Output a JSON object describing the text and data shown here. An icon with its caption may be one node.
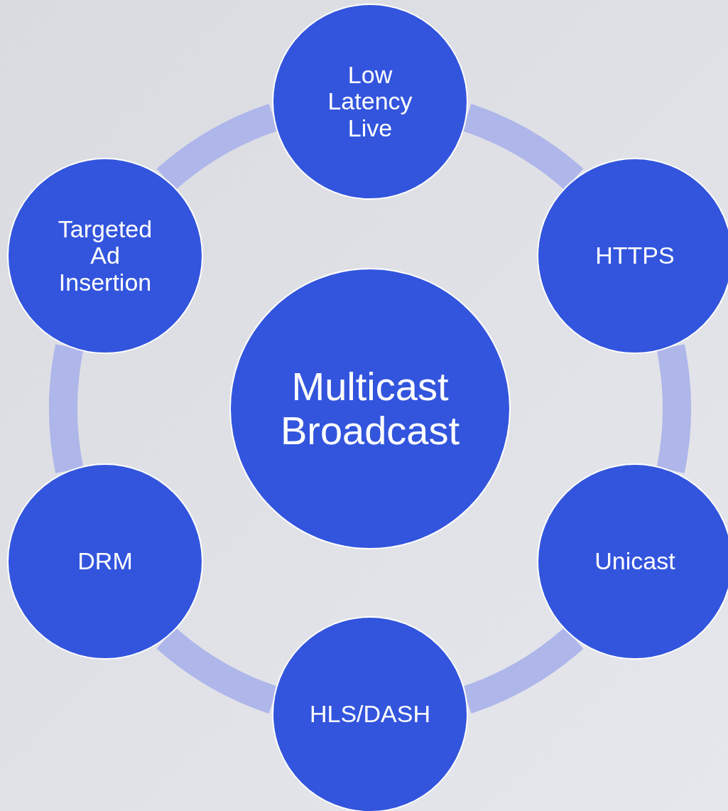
{
  "diagram": {
    "nodes": [
      {
        "text": [
          "Multicast Broadcast"
        ]
      },
      {
        "text": [
          "Low Latency Live"
        ]
      },
      {
        "text": [
          "HTTPS"
        ]
      },
      {
        "text": [
          "Unicast"
        ]
      },
      {
        "text": [
          "HLS/DASH"
        ]
      },
      {
        "text": [
          "DRM"
        ]
      },
      {
        "text": [
          "Targeted Ad Insertion"
        ]
      }
    ],
    "edges": [
      {
        "from": 1,
        "to": 2,
        "arrow": "none"
      },
      {
        "from": 2,
        "to": 3,
        "arrow": "none"
      },
      {
        "from": 3,
        "to": 4,
        "arrow": "none"
      },
      {
        "from": 4,
        "to": 5,
        "arrow": "none"
      },
      {
        "from": 5,
        "to": 6,
        "arrow": "none"
      },
      {
        "from": 6,
        "to": 1,
        "arrow": "none"
      }
    ]
  }
}
